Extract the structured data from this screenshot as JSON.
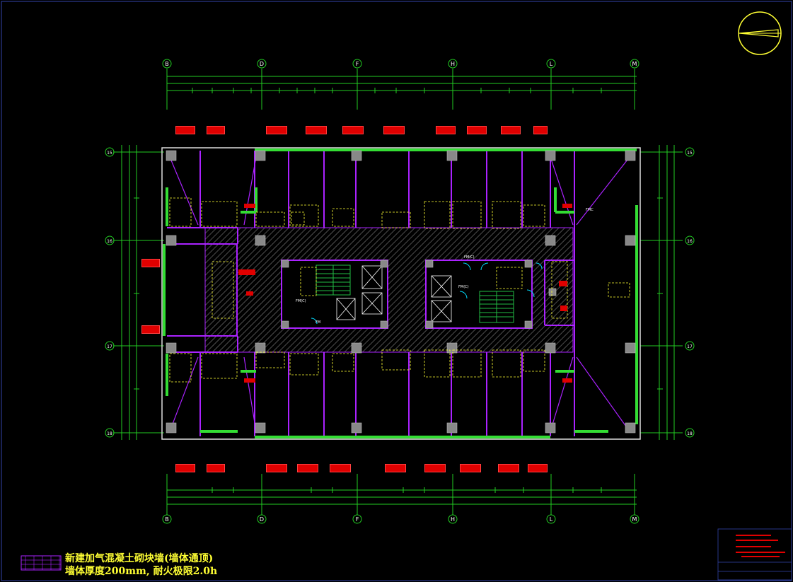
{
  "grid_labels_top": [
    "B",
    "D",
    "F",
    "H",
    "L",
    "M"
  ],
  "grid_labels_bottom": [
    "B",
    "D",
    "F",
    "H",
    "L",
    "M"
  ],
  "grid_labels_left": [
    "15",
    "16",
    "17",
    "18"
  ],
  "grid_labels_right": [
    "15",
    "16",
    "17",
    "18"
  ],
  "room_labels": {
    "fm_a": "FM(C)",
    "fm_b": "FM(C)",
    "fm_c": "FM",
    "fm_d": "FM(C)",
    "fm_e": "FMC"
  },
  "legend": {
    "line1": "新建加气混凝土砌块墙(墙体通顶)",
    "line2": "墙体厚度200mm, 耐火极限2.0h"
  },
  "colors": {
    "background": "#000000",
    "dimension": "#22cc22",
    "wall": "#aa22ff",
    "new_wall": "#33dd33",
    "fixture": "#ffff33",
    "column": "#888888",
    "tag": "#e00000",
    "stair": "#22bb44",
    "door": "#00ddff",
    "legend_text": "#ffff33"
  },
  "icons": {
    "north_arrow": "north-arrow-icon"
  }
}
